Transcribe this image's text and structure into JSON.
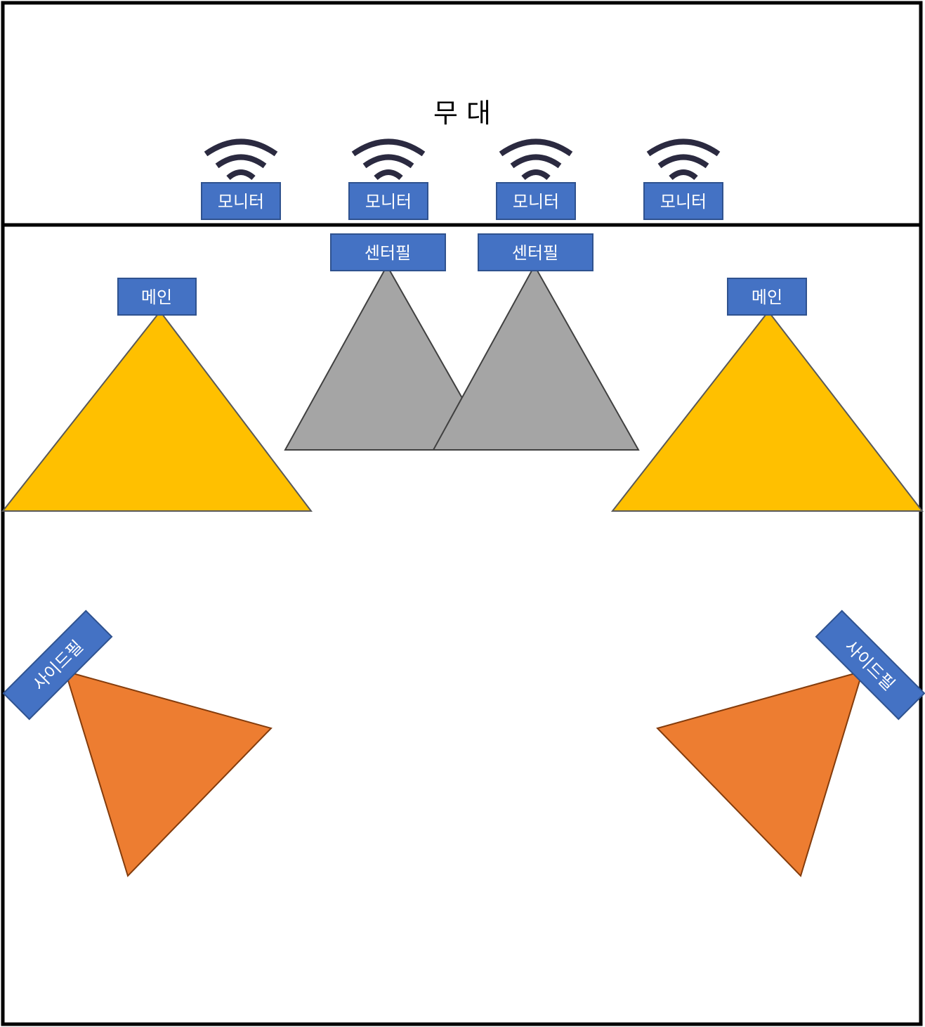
{
  "stage": {
    "title": "무 대"
  },
  "monitors": [
    {
      "label": "모니터",
      "icon": "wifi-signal-icon"
    },
    {
      "label": "모니터",
      "icon": "wifi-signal-icon"
    },
    {
      "label": "모니터",
      "icon": "wifi-signal-icon"
    },
    {
      "label": "모니터",
      "icon": "wifi-signal-icon"
    }
  ],
  "center_fills": [
    {
      "label": "센터필"
    },
    {
      "label": "센터필"
    }
  ],
  "mains": [
    {
      "label": "메인"
    },
    {
      "label": "메인"
    }
  ],
  "side_fills": [
    {
      "label": "사이드필"
    },
    {
      "label": "사이드필"
    }
  ],
  "colors": {
    "label_fill": "#4472C4",
    "label_border": "#2F528F",
    "main_fill": "#FFC000",
    "center_fill": "#A5A5A5",
    "side_fill": "#ED7D31",
    "icon": "#2B2A40"
  }
}
